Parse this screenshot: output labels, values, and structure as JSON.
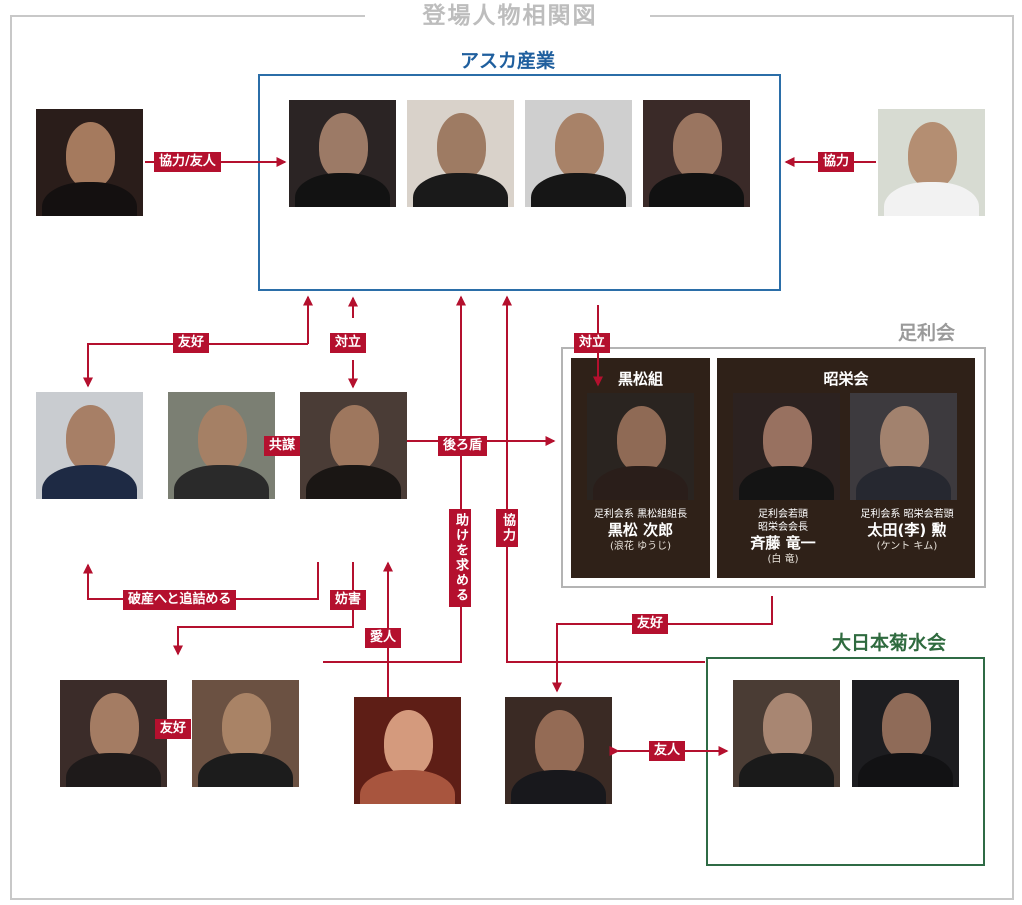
{
  "title": "登場人物相関図",
  "groups": {
    "asuka": "アスカ産業",
    "ashikaga": "足利会",
    "kuromatsu": "黒松組",
    "shoei": "昭栄会",
    "dainippon": "大日本菊水会"
  },
  "characters": {
    "kuromatsu_jiro": {
      "affiliation": "足利会系 黒松組組長",
      "name": "黒松 次郎",
      "actor": "(浪花 ゆうじ)"
    },
    "saito_ryuichi": {
      "affiliation": "足利会若頭",
      "affiliation2": "昭栄会会長",
      "name": "斉藤 竜一",
      "actor": "(白 竜)"
    },
    "ota_isao": {
      "affiliation": "足利会系 昭栄会若頭",
      "name": "太田(李) 勲",
      "actor": "(ケント キム)"
    }
  },
  "relations": {
    "kyoryoku_yujin": "協力/友人",
    "kyoryoku_right": "協力",
    "yuko_left": "友好",
    "tairitsu_center": "対立",
    "tairitsu_right": "対立",
    "kyobo": "共謀",
    "ushirodate": "後ろ盾",
    "tasuke": "助けを求める",
    "kyoryoku_vertical": "協力",
    "hasan": "破産へと追詰める",
    "bogai": "妨害",
    "aijin": "愛人",
    "yuko_bottom": "友好",
    "yuko_right": "友好",
    "yujin_bottom": "友人"
  },
  "colors": {
    "arrow_red": "#b4102e",
    "asuka_blue": "#2b6ea8",
    "ashikaga_gray": "#b4b4b4",
    "dainippon_green": "#2f6b45",
    "subgroup_brown": "#2f2118",
    "title_gray": "#bdbdbd"
  }
}
